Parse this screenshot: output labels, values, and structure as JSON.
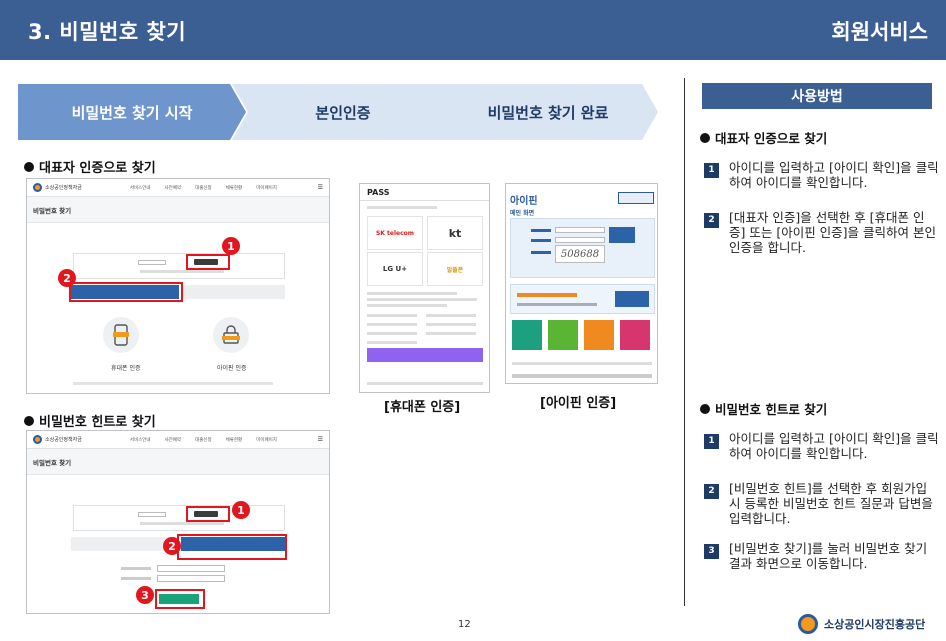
{
  "header": {
    "title": "3. 비밀번호 찾기",
    "right": "회원서비스"
  },
  "steps": [
    {
      "label": "비밀번호 찾기 시작"
    },
    {
      "label": "본인인증"
    },
    {
      "label": "비밀번호 찾기 완료"
    }
  ],
  "sections": {
    "rep": "대표자 인증으로 찾기",
    "hint": "비밀번호 힌트로 찾기"
  },
  "mock1": {
    "site": "소상공인정책자금",
    "navs": [
      "서비스안내",
      "사전예약",
      "대출신청",
      "체류현황",
      "마이페이지"
    ],
    "subtitle": "비밀번호 찾기",
    "badge1": "1",
    "badge2": "2",
    "phone_label": "휴대폰 인증",
    "ipin_label": "아이핀 인증"
  },
  "mock2": {
    "site": "소상공인정책자금",
    "navs": [
      "서비스안내",
      "사전예약",
      "대출신청",
      "체류현황",
      "마이페이지"
    ],
    "subtitle": "비밀번호 찾기",
    "badge1": "1",
    "badge2": "2",
    "badge3": "3"
  },
  "pass": {
    "title": "PASS",
    "carriers": [
      "SK telecom",
      "kt",
      "LG U+",
      "알뜰폰"
    ]
  },
  "ipin": {
    "brand": "아이핀",
    "subtitle": "메인 화면",
    "captcha": "508688"
  },
  "captions": {
    "phone": "[휴대폰 인증]",
    "ipin": "[아이핀 인증]"
  },
  "right": {
    "usage": "사용방법",
    "rep_head": "대표자 인증으로 찾기",
    "rep_items": [
      {
        "num": "1",
        "text": "아이디를 입력하고 [아이디 확인]을 클릭하여 아이디를 확인합니다."
      },
      {
        "num": "2",
        "text": "[대표자 인증]을 선택한 후 [휴대폰 인증] 또는 [아이핀 인증]을 클릭하여 본인인증을 합니다."
      }
    ],
    "hint_head": "비밀번호 힌트로 찾기",
    "hint_items": [
      {
        "num": "1",
        "text": "아이디를 입력하고 [아이디 확인]을 클릭하여 아이디를 확인합니다."
      },
      {
        "num": "2",
        "text": "[비밀번호 힌트]를 선택한 후 회원가입 시 등록한 비밀번호 힌트 질문과 답변을 입력합니다."
      },
      {
        "num": "3",
        "text": "[비밀번호 찾기]를 눌러 비밀번호 찾기 결과 화면으로 이동합니다."
      }
    ]
  },
  "page_number": "12",
  "footer": {
    "org": "소상공인시장진흥공단"
  },
  "colors": {
    "header": "#3b5f93",
    "accent_red": "#e0171e",
    "step_active": "#6f96cc",
    "step_inactive": "#dae5f3"
  }
}
